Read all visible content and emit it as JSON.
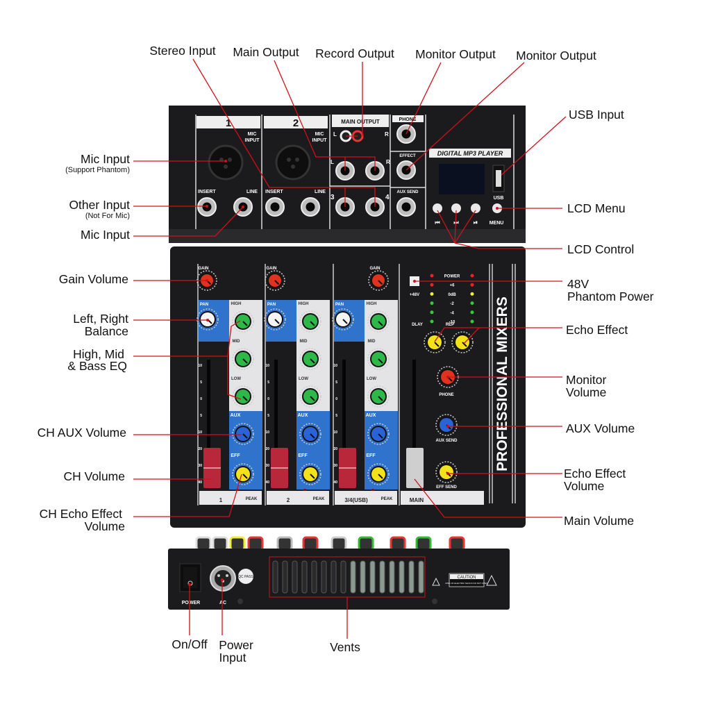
{
  "colors": {
    "leader": "#d0101a",
    "body": "#1b1b1d",
    "panel_blue": "#2f73cc",
    "panel_grey": "#e4e4e6",
    "knob_red": "#e0321e",
    "knob_green": "#2fb84a",
    "knob_blue": "#2a63d6",
    "knob_yellow": "#f3e21a",
    "fader_red": "#b8283a"
  },
  "callouts": {
    "top": [
      "Stereo Input",
      "Main Output",
      "Record Output",
      "Monitor Output",
      "Monitor Output",
      "USB Input"
    ],
    "left": {
      "mic_input_1": {
        "title": "Mic Input",
        "note": "(Support Phantom)"
      },
      "other_input": {
        "title": "Other Input",
        "note": "(Not For Mic)"
      },
      "mic_input_2": "Mic Input",
      "gain": "Gain Volume",
      "balance": [
        "Left, Right",
        "Balance"
      ],
      "eq": [
        "High, Mid",
        "& Bass EQ"
      ],
      "ch_aux": "CH AUX Volume",
      "ch_volume": "CH Volume",
      "ch_echo": [
        "CH Echo Effect",
        "Volume"
      ]
    },
    "right": {
      "lcd_menu": "LCD Menu",
      "lcd_control": "LCD Control",
      "phantom": [
        "48V",
        "Phantom Power"
      ],
      "echo": "Echo Effect",
      "monitor_volume": [
        "Monitor",
        "Volume"
      ],
      "aux_volume": "AUX Volume",
      "echo_volume": [
        "Echo Effect",
        "Volume"
      ],
      "main_volume": "Main Volume"
    },
    "bottom": {
      "on_off": "On/Off",
      "power_input": [
        "Power",
        "Input"
      ],
      "vents": "Vents"
    }
  },
  "panel_text": {
    "ch1": "1",
    "ch2": "2",
    "mic_input": [
      "MIC",
      "INPUT"
    ],
    "insert": "INSERT",
    "line": "LINE",
    "main_output": "MAIN OUTPUT",
    "l": "L",
    "r": "R",
    "in3": "3",
    "in4": "4",
    "phone": "PHONE",
    "effect": "EFFECT",
    "aux_send": "AUX SEND",
    "mp3": "DIGITAL MP3 PLAYER",
    "usb": "USB",
    "menu": "MENU",
    "lcd_buttons": [
      "⏮",
      "⏭",
      "⏯"
    ],
    "gain": "GAIN",
    "pan": "PAN",
    "high": "HIGH",
    "mid": "MID",
    "low": "LOW",
    "aux": "AUX",
    "eff": "EFF",
    "peak": "PEAK",
    "strip_labels": [
      "1",
      "2",
      "3/4(USB)",
      "MAIN"
    ],
    "led_labels": [
      "POWER",
      "+6",
      "0dB",
      "-2",
      "-4",
      "-10"
    ],
    "plus48v": "+48V",
    "dlay": "DLAY",
    "rep": "REP",
    "phone_knob": "PHONE",
    "aux_send_knob": "AUX SEND",
    "eff_send": "EFF SEND",
    "brand": "PROFESSIONAL MIXERS",
    "fader_scale": [
      "10",
      "5",
      "0",
      "5",
      "10",
      "20",
      "30",
      "40"
    ],
    "rear_power": "POWER",
    "rear_ac": "AC",
    "qc": "QC PASS",
    "caution": "CAUTION",
    "caution_note": "RISK OF ELECTRIC SHOCK DO NOT OPEN"
  }
}
